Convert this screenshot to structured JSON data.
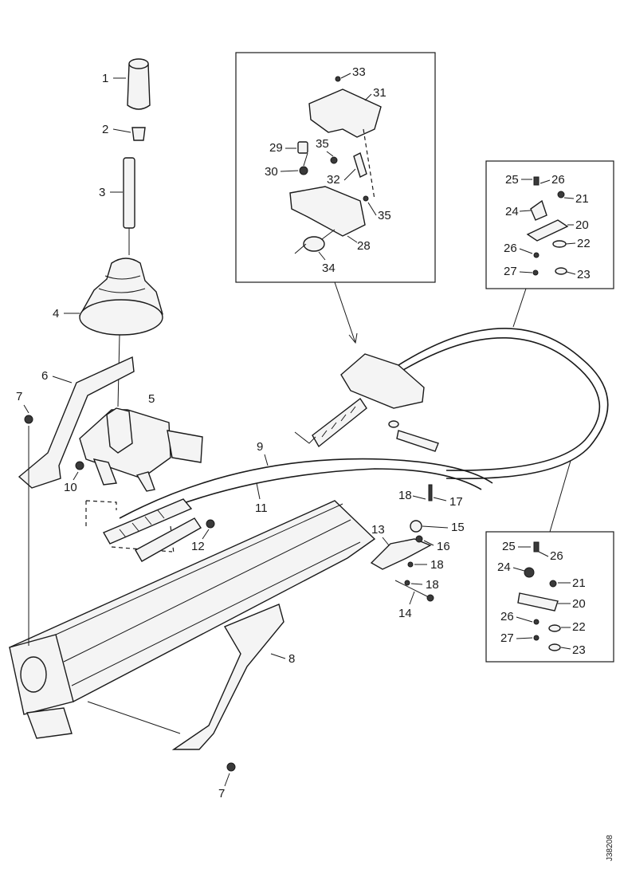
{
  "diagram": {
    "image_code": "J38208",
    "callouts": [
      {
        "id": "c1",
        "text": "1"
      },
      {
        "id": "c2",
        "text": "2"
      },
      {
        "id": "c3",
        "text": "3"
      },
      {
        "id": "c4",
        "text": "4"
      },
      {
        "id": "c5",
        "text": "5"
      },
      {
        "id": "c6",
        "text": "6"
      },
      {
        "id": "c7a",
        "text": "7"
      },
      {
        "id": "c7b",
        "text": "7"
      },
      {
        "id": "c8",
        "text": "8"
      },
      {
        "id": "c9",
        "text": "9"
      },
      {
        "id": "c10",
        "text": "10"
      },
      {
        "id": "c11",
        "text": "11"
      },
      {
        "id": "c12",
        "text": "12"
      },
      {
        "id": "c13",
        "text": "13"
      },
      {
        "id": "c14",
        "text": "14"
      },
      {
        "id": "c15",
        "text": "15"
      },
      {
        "id": "c16",
        "text": "16"
      },
      {
        "id": "c17",
        "text": "17"
      },
      {
        "id": "c18a",
        "text": "18"
      },
      {
        "id": "c18b",
        "text": "18"
      },
      {
        "id": "c18c",
        "text": "18"
      },
      {
        "id": "i28",
        "text": "28"
      },
      {
        "id": "i29",
        "text": "29"
      },
      {
        "id": "i30",
        "text": "30"
      },
      {
        "id": "i31",
        "text": "31"
      },
      {
        "id": "i32",
        "text": "32"
      },
      {
        "id": "i33",
        "text": "33"
      },
      {
        "id": "i34",
        "text": "34"
      },
      {
        "id": "i35a",
        "text": "35"
      },
      {
        "id": "i35b",
        "text": "35"
      },
      {
        "id": "r20",
        "text": "20"
      },
      {
        "id": "r21",
        "text": "21"
      },
      {
        "id": "r22",
        "text": "22"
      },
      {
        "id": "r23",
        "text": "23"
      },
      {
        "id": "r24",
        "text": "24"
      },
      {
        "id": "r25",
        "text": "25"
      },
      {
        "id": "r26a",
        "text": "26"
      },
      {
        "id": "r26b",
        "text": "26"
      },
      {
        "id": "r27",
        "text": "27"
      },
      {
        "id": "s20",
        "text": "20"
      },
      {
        "id": "s21",
        "text": "21"
      },
      {
        "id": "s22",
        "text": "22"
      },
      {
        "id": "s23",
        "text": "23"
      },
      {
        "id": "s24",
        "text": "24"
      },
      {
        "id": "s25",
        "text": "25"
      },
      {
        "id": "s26a",
        "text": "26"
      },
      {
        "id": "s26b",
        "text": "26"
      },
      {
        "id": "s27",
        "text": "27"
      }
    ]
  }
}
